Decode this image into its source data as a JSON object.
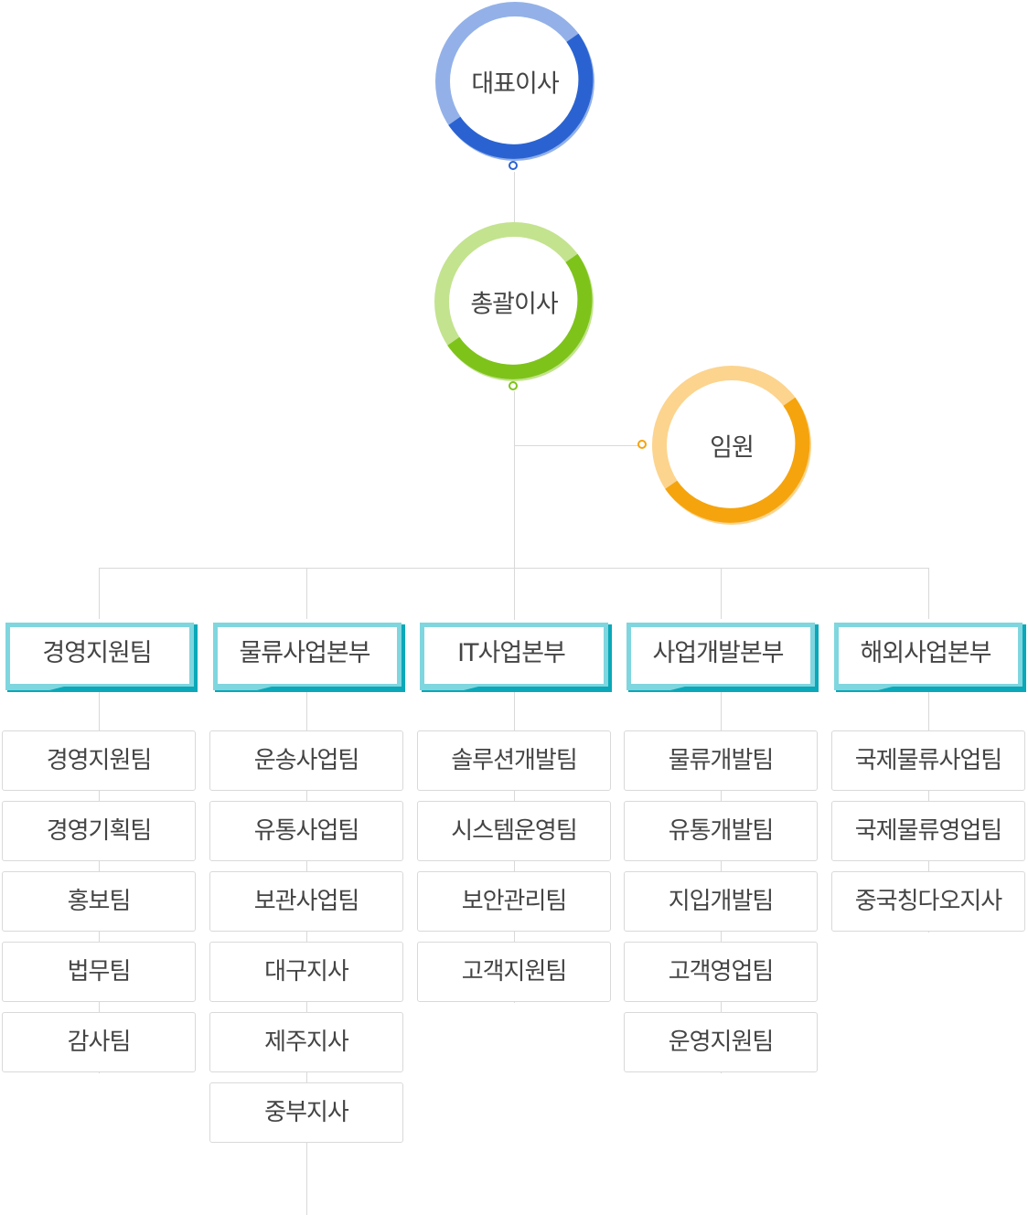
{
  "colors": {
    "ceo_dark": "#2a63d1",
    "ceo_light": "#93b1e8",
    "gm_dark": "#7ec31a",
    "gm_light": "#c3e38f",
    "exec_dark": "#f5a40d",
    "exec_light": "#fcd48e",
    "dept_dark": "#0aa8b8",
    "dept_light": "#7fd6df",
    "line": "#d9d9d9"
  },
  "ceo": {
    "label": "대표이사"
  },
  "general_manager": {
    "label": "총괄이사"
  },
  "executives": {
    "label": "임원"
  },
  "departments": [
    {
      "label": "경영지원팀",
      "teams": [
        "경영지원팀",
        "경영기획팀",
        "홍보팀",
        "법무팀",
        "감사팀"
      ]
    },
    {
      "label": "물류사업본부",
      "teams": [
        "운송사업팀",
        "유통사업팀",
        "보관사업팀",
        "대구지사",
        "제주지사",
        "중부지사"
      ]
    },
    {
      "label": "IT사업본부",
      "teams": [
        "솔루션개발팀",
        "시스템운영팀",
        "보안관리팀",
        "고객지원팀"
      ]
    },
    {
      "label": "사업개발본부",
      "teams": [
        "물류개발팀",
        "유통개발팀",
        "지입개발팀",
        "고객영업팀",
        "운영지원팀"
      ]
    },
    {
      "label": "해외사업본부",
      "teams": [
        "국제물류사업팀",
        "국제물류영업팀",
        "중국칭다오지사"
      ]
    }
  ]
}
